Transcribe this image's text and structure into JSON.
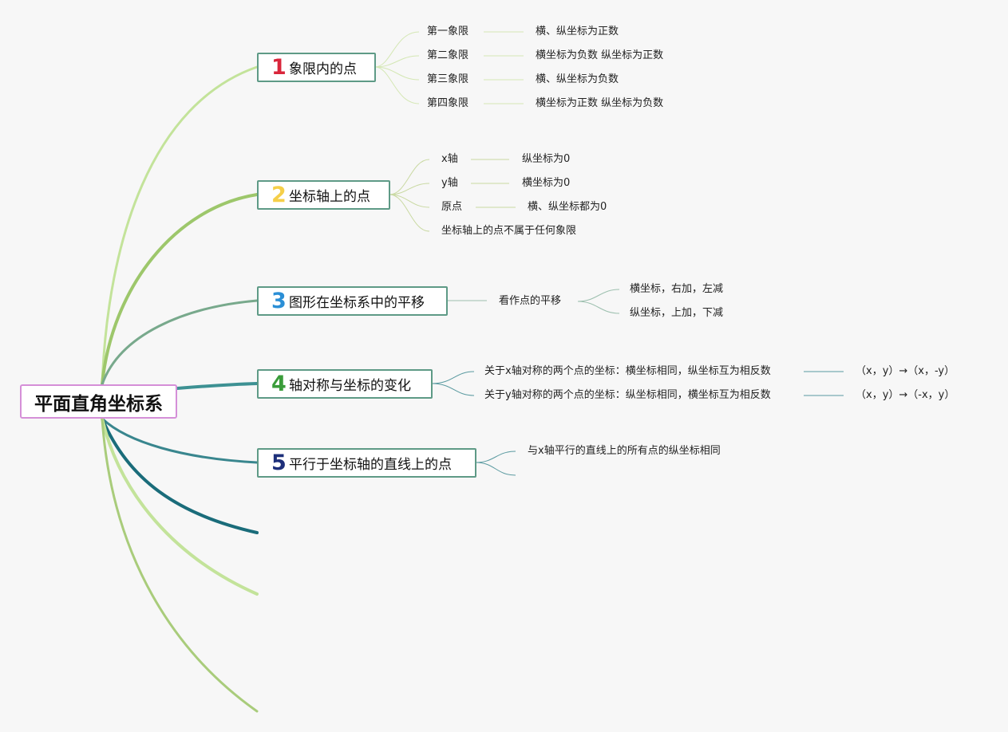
{
  "root": {
    "title": "平面直角坐标系"
  },
  "colors": {
    "b1": "#c3e39a",
    "b2": "#9dc76b",
    "b3": "#78a98c",
    "b4": "#3d9193",
    "b5": "#39868e",
    "b6": "#1a6c7a",
    "b7": "#c3e39a",
    "b8": "#a9cc7b",
    "num1": "#d9263b",
    "num2": "#f5cf49",
    "num3": "#2b8fd6",
    "num4": "#3a9c3a",
    "num5": "#1d2f7a"
  },
  "branches": [
    {
      "num": "1",
      "label": "象限内的点",
      "children": [
        {
          "label": "第一象限",
          "detail": "横、纵坐标为正数"
        },
        {
          "label": "第二象限",
          "detail": "横坐标为负数 纵坐标为正数"
        },
        {
          "label": "第三象限",
          "detail": "横、纵坐标为负数"
        },
        {
          "label": "第四象限",
          "detail": "横坐标为正数 纵坐标为负数"
        }
      ]
    },
    {
      "num": "2",
      "label": "坐标轴上的点",
      "children": [
        {
          "label": "x轴",
          "detail": "纵坐标为0"
        },
        {
          "label": "y轴",
          "detail": "横坐标为0"
        },
        {
          "label": "原点",
          "detail": "横、纵坐标都为0"
        },
        {
          "label": "坐标轴上的点不属于任何象限",
          "detail": ""
        }
      ]
    },
    {
      "num": "3",
      "label": "图形在坐标系中的平移",
      "children": [
        {
          "label": "看作点的平移",
          "sub": [
            "横坐标，右加，左减",
            "纵坐标，上加，下减"
          ]
        }
      ]
    },
    {
      "num": "4",
      "label": "轴对称与坐标的变化",
      "children": [
        {
          "label": "关于x轴对称的两个点的坐标：横坐标相同，纵坐标互为相反数",
          "detail": "（x，y）→（x，-y）"
        },
        {
          "label": "关于y轴对称的两个点的坐标：纵坐标相同，横坐标互为相反数",
          "detail": "（x，y）→（-x，y）"
        }
      ]
    },
    {
      "num": "5",
      "label": "平行于坐标轴的直线上的点",
      "children": [
        {
          "label": "与x轴平行的直线上的所有点的纵坐标相同",
          "detail": ""
        }
      ]
    }
  ]
}
